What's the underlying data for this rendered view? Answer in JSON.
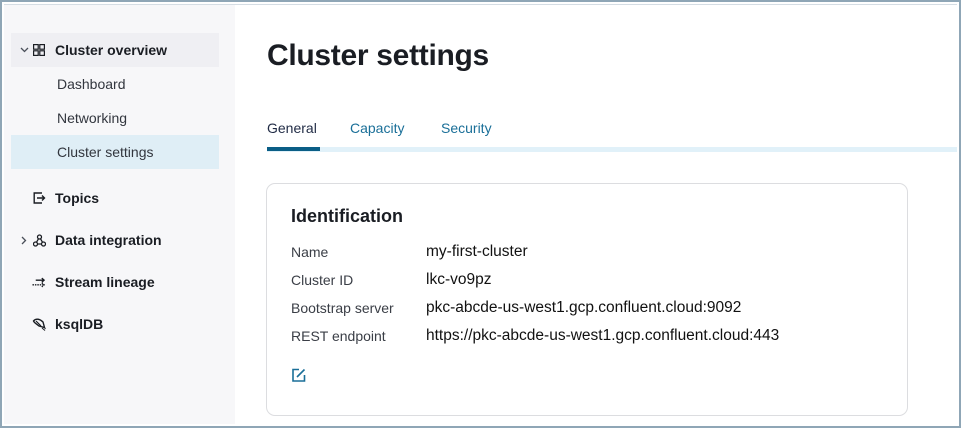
{
  "sidebar": {
    "items": [
      {
        "label": "Cluster overview",
        "icon": "grid-icon",
        "expanded": true,
        "children": [
          {
            "label": "Dashboard"
          },
          {
            "label": "Networking"
          },
          {
            "label": "Cluster settings",
            "active": true
          }
        ]
      },
      {
        "label": "Topics",
        "icon": "topics-icon"
      },
      {
        "label": "Data integration",
        "icon": "integration-icon",
        "expanded": false
      },
      {
        "label": "Stream lineage",
        "icon": "stream-lineage-icon"
      },
      {
        "label": "ksqlDB",
        "icon": "ksqldb-icon"
      }
    ]
  },
  "main": {
    "title": "Cluster settings",
    "tabs": [
      {
        "label": "General",
        "active": true
      },
      {
        "label": "Capacity"
      },
      {
        "label": "Security"
      }
    ],
    "card": {
      "title": "Identification",
      "rows": [
        {
          "label": "Name",
          "value": "my-first-cluster"
        },
        {
          "label": "Cluster ID",
          "value": "lkc-vo9pz"
        },
        {
          "label": "Bootstrap server",
          "value": "pkc-abcde-us-west1.gcp.confluent.cloud:9092"
        },
        {
          "label": "REST endpoint",
          "value": "https://pkc-abcde-us-west1.gcp.confluent.cloud:443"
        }
      ],
      "edit_icon": "edit-icon"
    }
  },
  "colors": {
    "accent": "#0a5e86",
    "tab_link": "#1a6f98",
    "active_nav_bg": "#dfeef6",
    "sidebar_bg": "#f7f7f9"
  }
}
